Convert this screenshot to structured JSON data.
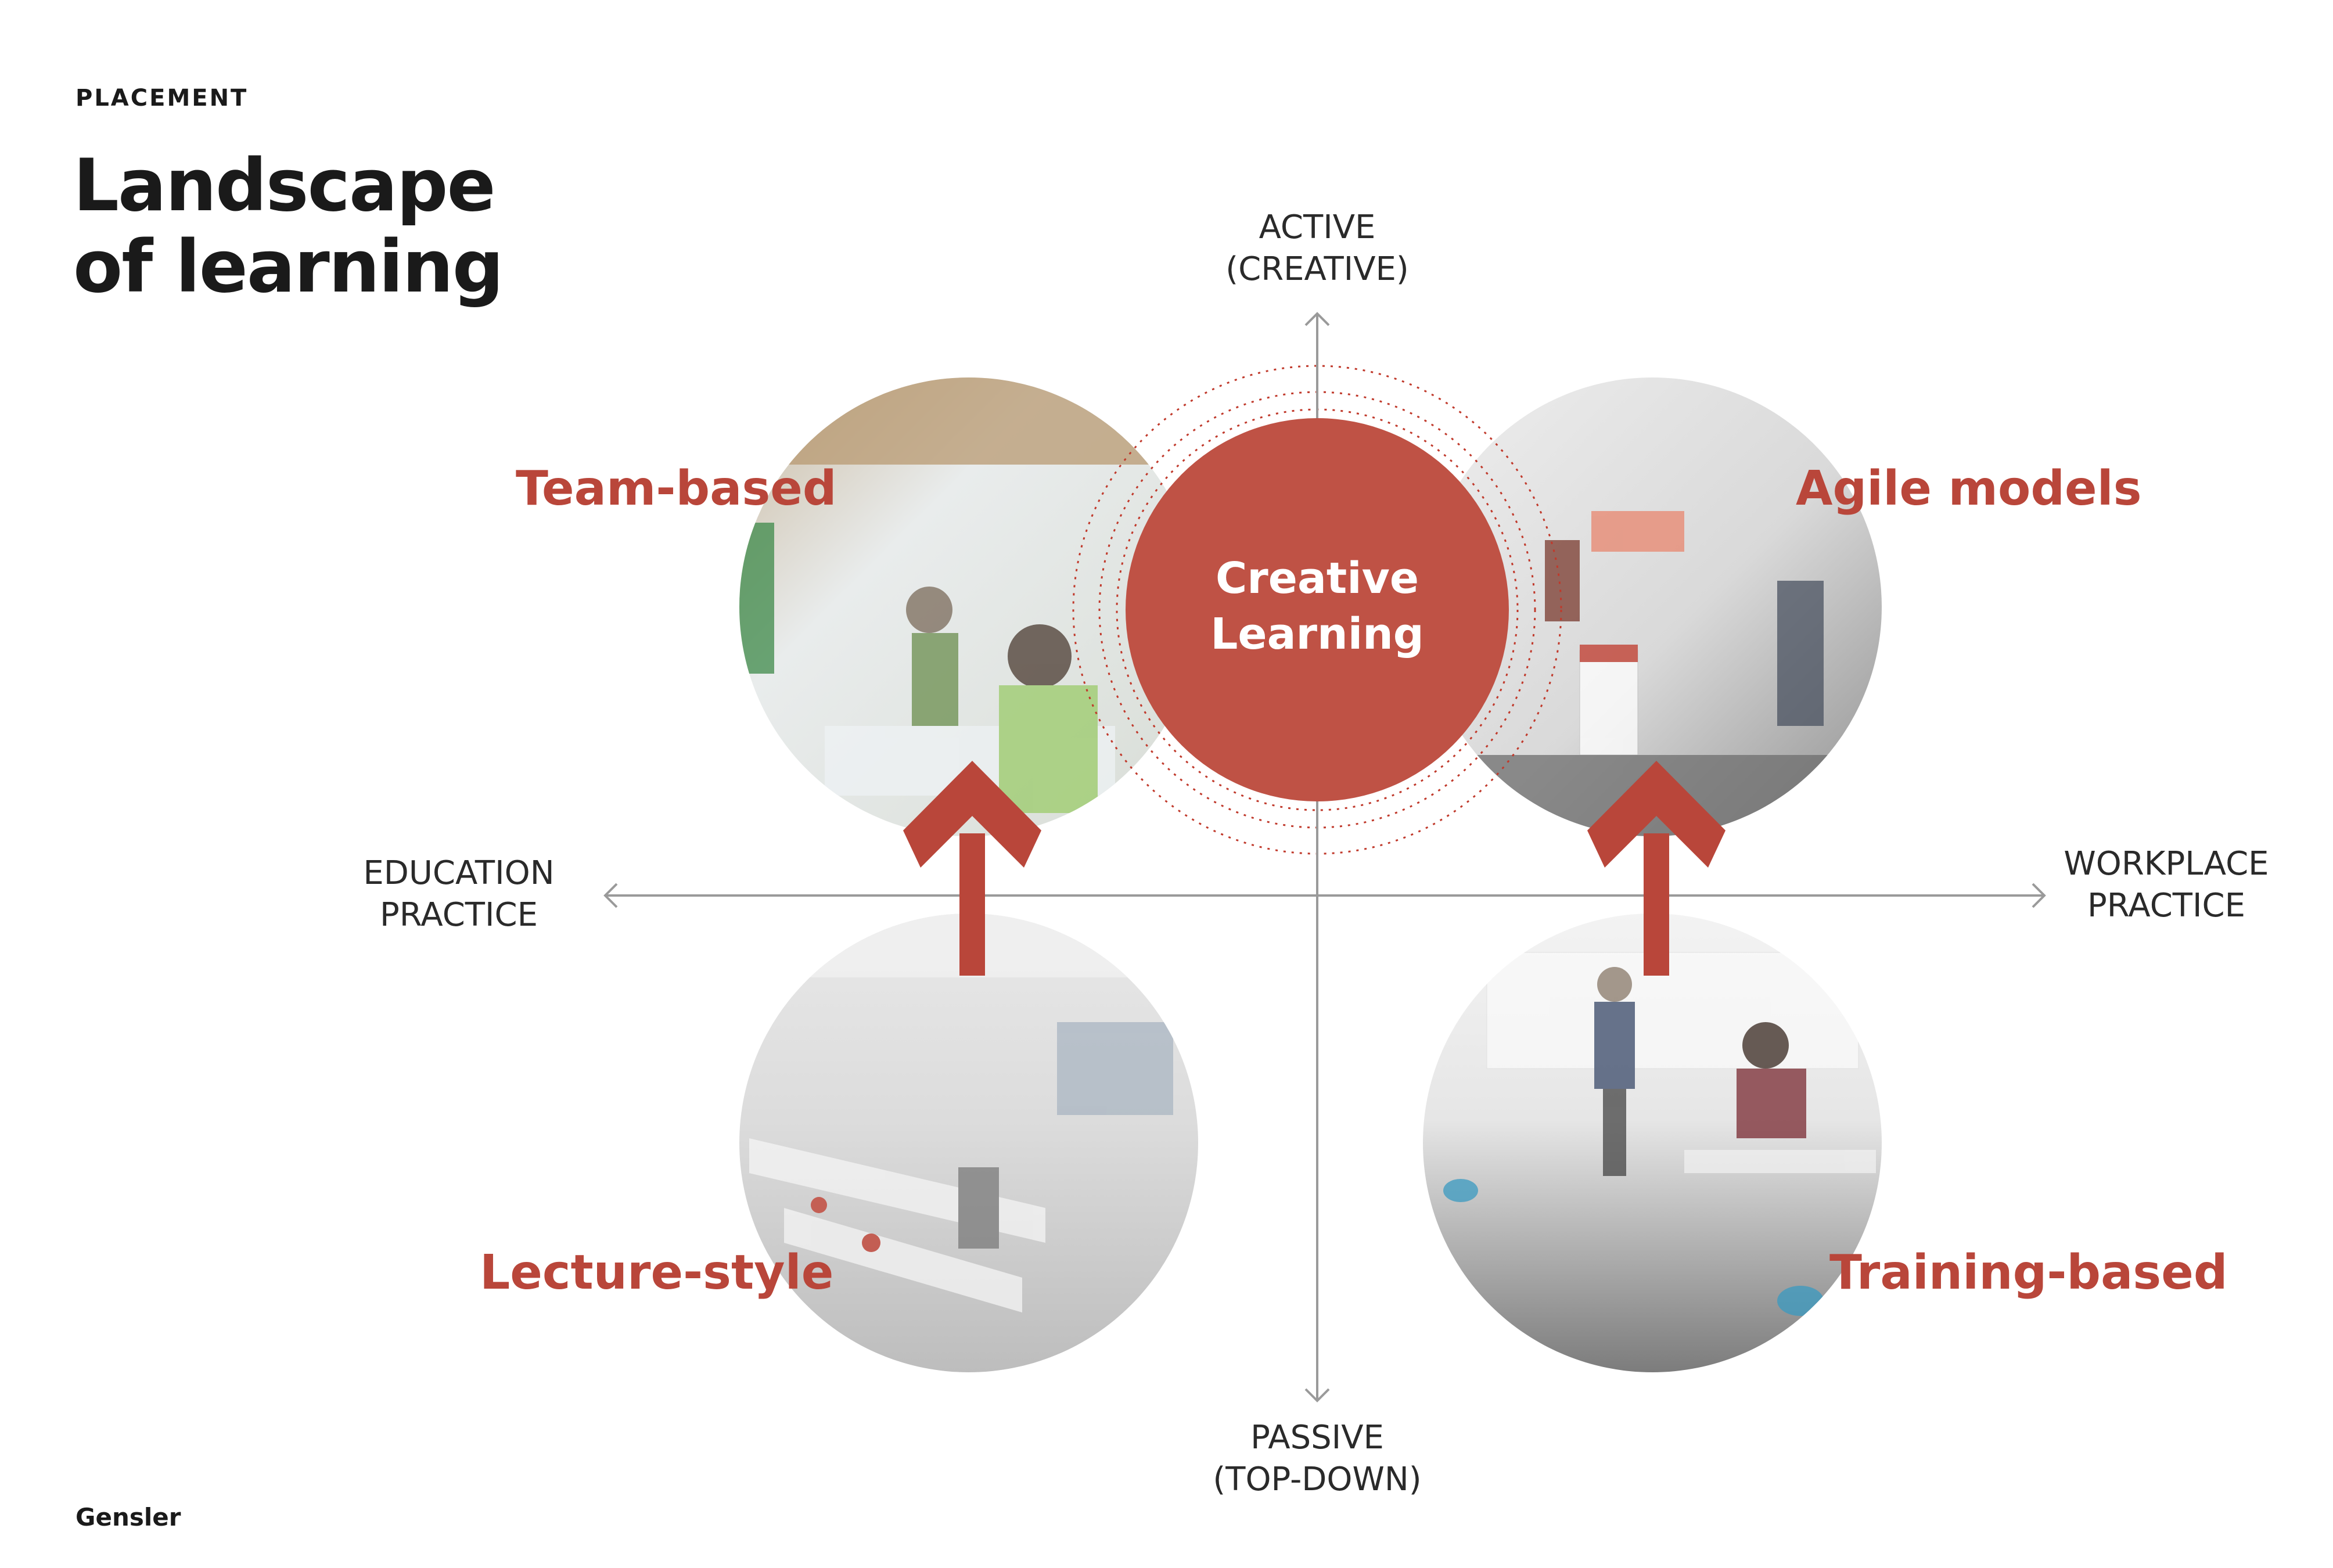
{
  "header": {
    "eyebrow": "PLACEMENT",
    "title_line1": "Landscape",
    "title_line2": "of learning"
  },
  "axes": {
    "top_line1": "ACTIVE",
    "top_line2": "(CREATIVE)",
    "bottom_line1": "PASSIVE",
    "bottom_line2": "(TOP-DOWN)",
    "left_line1": "EDUCATION",
    "left_line2": "PRACTICE",
    "right_line1": "WORKPLACE",
    "right_line2": "PRACTICE"
  },
  "center": {
    "line1": "Creative",
    "line2": "Learning"
  },
  "quadrants": {
    "top_left": "Team-based",
    "top_right": "Agile models",
    "bottom_left": "Lecture-style",
    "bottom_right": "Training-based"
  },
  "footer": {
    "logo": "Gensler"
  },
  "colors": {
    "accent": "#b9463a",
    "text": "#1a1a1a",
    "axis": "#9a9a9a"
  }
}
